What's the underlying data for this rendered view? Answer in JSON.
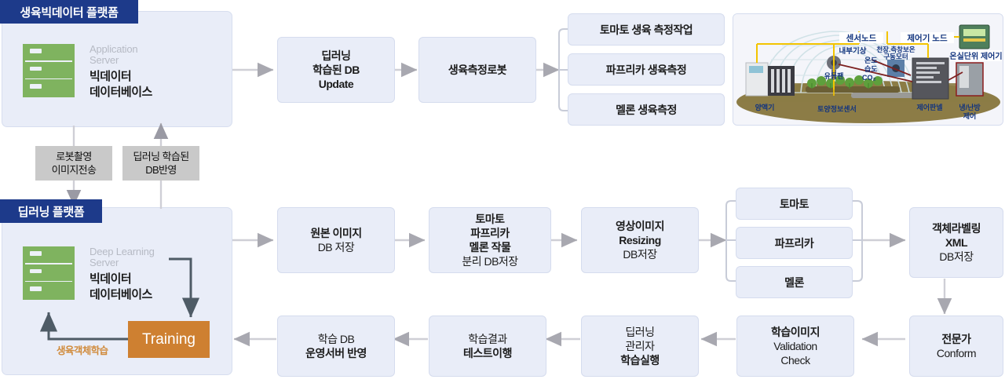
{
  "platforms": [
    {
      "id": "growth-bigdata",
      "tab": "생육빅데이터 플랫폼",
      "server_sub_line1": "Application",
      "server_sub_line2": "Server",
      "server_main_line1": "빅데이터",
      "server_main_line2": "데이터베이스",
      "icon": "server-icon"
    },
    {
      "id": "deep-learning",
      "tab": "딥러닝 플랫폼",
      "server_sub_line1": "Deep Learning",
      "server_sub_line2": "Server",
      "server_main_line1": "빅데이터",
      "server_main_line2": "데이터베이스",
      "icon": "server-icon"
    }
  ],
  "training": {
    "label": "Training",
    "loop_note": "생육객체학습"
  },
  "flow_labels": [
    {
      "line1": "로봇촬영",
      "line2": "이미지전송"
    },
    {
      "line1": "딥러닝 학습된",
      "line2": "DB반영"
    }
  ],
  "top_row": [
    {
      "lines": [
        {
          "t": "딥러닝",
          "w": "b"
        },
        {
          "t": "학습된 DB",
          "w": "b"
        },
        {
          "t": "Update",
          "w": "b"
        }
      ]
    },
    {
      "lines": [
        {
          "t": "생육측정로봇",
          "w": "b"
        }
      ]
    }
  ],
  "top_branch": [
    {
      "lines": [
        {
          "t": "토마토 생육 측정작업",
          "w": "b"
        }
      ]
    },
    {
      "lines": [
        {
          "t": "파프리카 생육측정",
          "w": "b"
        }
      ]
    },
    {
      "lines": [
        {
          "t": "멜론 생육측정",
          "w": "b"
        }
      ]
    }
  ],
  "mid_row": [
    {
      "lines": [
        {
          "t": "원본 이미지",
          "w": "b"
        },
        {
          "t": "DB 저장",
          "w": "n"
        }
      ]
    },
    {
      "lines": [
        {
          "t": "토마토",
          "w": "b"
        },
        {
          "t": "파프리카",
          "w": "b"
        },
        {
          "t": "멜론 작물",
          "w": "b"
        },
        {
          "t": "분리 DB저장",
          "w": "n"
        }
      ]
    },
    {
      "lines": [
        {
          "t": "영상이미지",
          "w": "b"
        },
        {
          "t": "Resizing",
          "w": "b"
        },
        {
          "t": "DB저장",
          "w": "n"
        }
      ]
    }
  ],
  "mid_branch": [
    {
      "lines": [
        {
          "t": "토마토",
          "w": "b"
        }
      ]
    },
    {
      "lines": [
        {
          "t": "파프리카",
          "w": "b"
        }
      ]
    },
    {
      "lines": [
        {
          "t": "멜론",
          "w": "b"
        }
      ]
    }
  ],
  "mid_tail": [
    {
      "lines": [
        {
          "t": "객체라벨링",
          "w": "b"
        },
        {
          "t": "XML",
          "w": "b"
        },
        {
          "t": "DB저장",
          "w": "n"
        }
      ]
    }
  ],
  "bottom_row": [
    {
      "lines": [
        {
          "t": "학습 DB",
          "w": "n"
        },
        {
          "t": "운영서버 반영",
          "w": "b"
        }
      ]
    },
    {
      "lines": [
        {
          "t": "학습결과",
          "w": "n"
        },
        {
          "t": "테스트이행",
          "w": "b"
        }
      ]
    },
    {
      "lines": [
        {
          "t": "딥러닝",
          "w": "n"
        },
        {
          "t": "관리자",
          "w": "n"
        },
        {
          "t": "학습실행",
          "w": "b"
        }
      ]
    },
    {
      "lines": [
        {
          "t": "학습이미지",
          "w": "b"
        },
        {
          "t": "Validation",
          "w": "n"
        },
        {
          "t": "Check",
          "w": "n"
        }
      ]
    },
    {
      "lines": [
        {
          "t": "전문가",
          "w": "b"
        },
        {
          "t": "Conform",
          "w": "n"
        }
      ]
    }
  ],
  "greenhouse": {
    "name": "greenhouse-sensor-diagram",
    "labels": {
      "sensor_node": "센서노드",
      "controller_node": "제어기 노드",
      "greenhouse_controller": "온실단위 제어기",
      "inner_weather": "내부기상",
      "temperature": "온도",
      "humidity": "습도",
      "co2": "CO₂",
      "roof_motor_line1": "천장.측창보온",
      "roof_motor_line2": "구동모터",
      "circulation_fan": "유동팬",
      "nutrient_machine": "양액기",
      "soil_sensor": "토양정보센서",
      "control_panel": "제어판넬",
      "hvac_line1": "냉/난방",
      "hvac_line2": "제어"
    }
  },
  "colors": {
    "panel_bg": "#e9edf8",
    "tab_navy": "#1d3a8a",
    "server_green": "#7fb35f",
    "training_orange": "#ce8031",
    "flow_label_gray": "#c9c9c9",
    "arrow_gray": "#a8a8b0"
  }
}
